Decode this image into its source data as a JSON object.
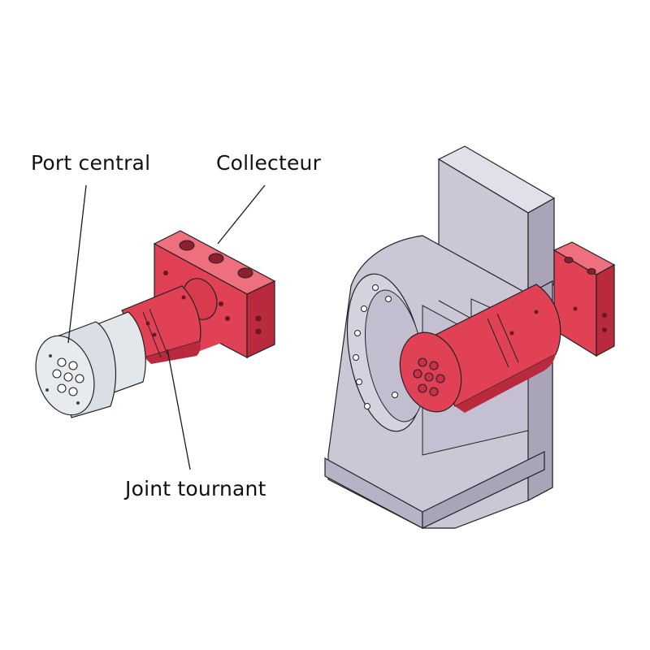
{
  "labels": {
    "port_central": "Port central",
    "collecteur": "Collecteur",
    "joint_tournant": "Joint tournant"
  },
  "colors": {
    "part_red": "#e04155",
    "part_red_dark": "#b92a3e",
    "part_red_light": "#ee6f7e",
    "cap_light": "#e8ebee",
    "housing": "#ccc7d6",
    "housing_dark": "#a9a4b8",
    "housing_light": "#e2dfea",
    "outline": "#222222",
    "leader": "#1a1a1a"
  }
}
